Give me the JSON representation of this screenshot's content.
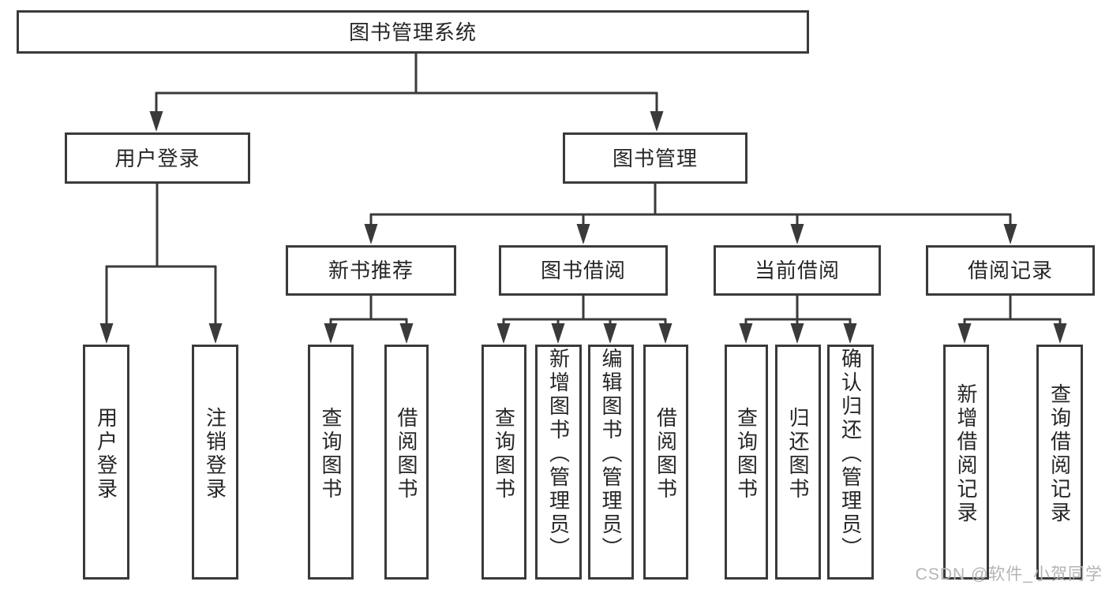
{
  "colors": {
    "line": "#3a3a3a",
    "text": "#262626",
    "watermark": "#b4b4b4",
    "box_background": "#ffffff"
  },
  "tree": {
    "root": {
      "label": "图书管理系统"
    },
    "level1": [
      {
        "label": "用户登录",
        "children": [
          {
            "label": "用户登录"
          },
          {
            "label": "注销登录"
          }
        ]
      },
      {
        "label": "图书管理",
        "children": [
          {
            "label": "新书推荐",
            "children": [
              {
                "label": "查询图书"
              },
              {
                "label": "借阅图书"
              }
            ]
          },
          {
            "label": "图书借阅",
            "children": [
              {
                "label": "查询图书"
              },
              {
                "label": "新增图书（管理员）"
              },
              {
                "label": "编辑图书（管理员）"
              },
              {
                "label": "借阅图书"
              }
            ]
          },
          {
            "label": "当前借阅",
            "children": [
              {
                "label": "查询图书"
              },
              {
                "label": "归还图书"
              },
              {
                "label": "确认归还（管理员）"
              }
            ]
          },
          {
            "label": "借阅记录",
            "children": [
              {
                "label": "新增借阅记录"
              },
              {
                "label": "查询借阅记录"
              }
            ]
          }
        ]
      }
    ]
  },
  "watermark": {
    "text": "CSDN @软件_小贺同学"
  }
}
